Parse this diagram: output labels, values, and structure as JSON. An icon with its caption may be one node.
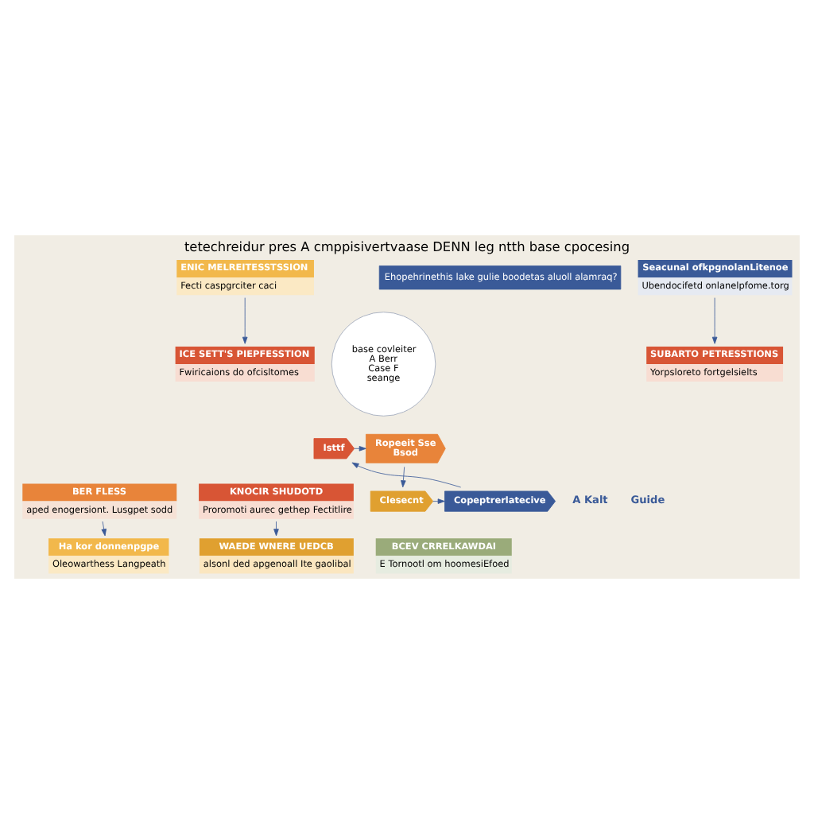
{
  "diagram": {
    "title": "tetechreidur pres A cmppisivertvaase DENN leg ntth base cpocesing",
    "nodes": [
      {
        "text": [
          "ENIC MELREITESSTSSION",
          "Fecti caspgrciter caci"
        ]
      },
      {
        "text": [
          "Ehopehrinethis lake gulie boodetas aluoll alamraq?"
        ]
      },
      {
        "text": [
          "Seacunal ofkpgnolanLitenoe",
          "Ubendocifetd onlanelpfome.torg"
        ]
      },
      {
        "text": [
          "ICE SETT'S PIEPFESSTION",
          "Fwiricaions do ofcisltomes"
        ]
      },
      {
        "text": [
          "SUBARTO PETRESSTIONS",
          "Yorpsloreto fortgelsielts"
        ]
      },
      {
        "text": [
          "BER FLESS",
          "aped enogersiont. Lusgpet sodd"
        ]
      },
      {
        "text": [
          "KNOCIR SHUDOTD",
          "Proromoti aurec gethep Fectitlire"
        ]
      },
      {
        "text": [
          "Ha kor donnenpgpe",
          "Oleowarthess Langpeath"
        ]
      },
      {
        "text": [
          "BCEV CRRELKAWDAI",
          "E Tornootl om hoomesiEfoed"
        ]
      },
      {
        "text": [
          "WAEDE WNERE UEDCB",
          "alsonl ded apgenoall Ite gaolibal"
        ]
      },
      {
        "text": [
          "Clesecnt"
        ]
      },
      {
        "text": [
          "Copeptrerlatecive"
        ]
      },
      {
        "text": [
          "Isttf"
        ]
      },
      {
        "text": [
          "Ropeeit Sse",
          "Bsod"
        ]
      },
      {
        "text": [
          "base covleiter",
          "A Berr",
          "Case F",
          "seange"
        ]
      }
    ],
    "edges": [
      {
        "from": 10,
        "to": 11,
        "arrow": "to"
      },
      {
        "from": 11,
        "to": 12,
        "arrow": "to"
      },
      {
        "from": 12,
        "to": 13,
        "arrow": "to"
      },
      {
        "from": 13,
        "to": 10,
        "arrow": "to"
      },
      {
        "from": 0,
        "to": 3,
        "arrow": "to"
      },
      {
        "from": 2,
        "to": 4,
        "arrow": "to"
      },
      {
        "from": 5,
        "to": 7,
        "arrow": "to"
      },
      {
        "from": 6,
        "to": 9,
        "arrow": "to"
      }
    ],
    "labels": [
      "A Kalt",
      "Guide"
    ]
  }
}
